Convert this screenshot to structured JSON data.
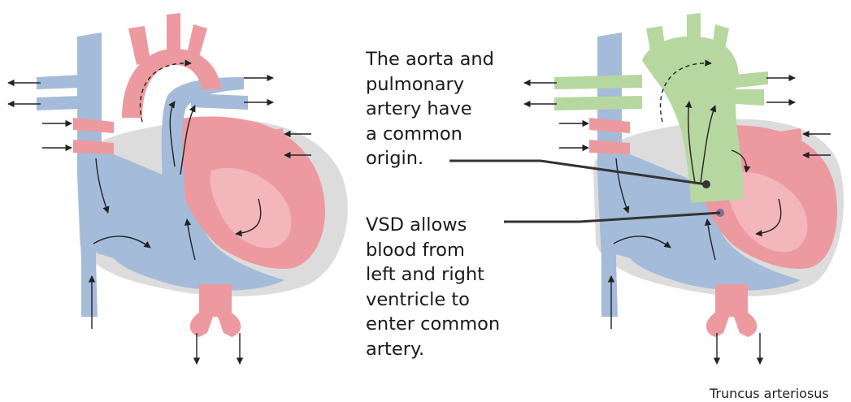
{
  "colors": {
    "deoxygenated": "#a4bcd9",
    "oxygenated": "#ec9aa0",
    "mixed_common_trunk": "#b6d7a0",
    "pericardium": "#dcdcdc",
    "leader_line": "#333333",
    "arrow": "#222222"
  },
  "panels": [
    {
      "name": "normal-heart"
    },
    {
      "name": "truncus-arteriosus-heart"
    }
  ],
  "annotations": [
    {
      "lines": [
        "The aorta and",
        "pulmonary",
        "artery have",
        "a common",
        "origin."
      ]
    },
    {
      "lines": [
        "VSD allows",
        "blood from",
        "left and right",
        "ventricle to",
        "enter common",
        "artery."
      ]
    }
  ],
  "caption": "Truncus arteriosus"
}
